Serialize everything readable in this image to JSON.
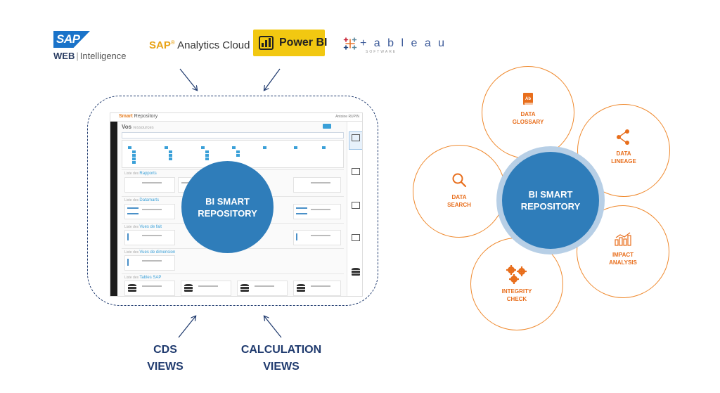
{
  "logos": {
    "sap_webi": {
      "badge": "SAP",
      "brand": "WEB",
      "product": "Intelligence"
    },
    "sap_analytics_cloud": {
      "brand": "SAP",
      "product": "Analytics Cloud"
    },
    "power_bi": {
      "label": "Power BI",
      "icon": "power-bi-chart-icon"
    },
    "tableau": {
      "label": "+ a b l e a u",
      "sub": "SOFTWARE",
      "icon": "tableau-cross-icon"
    }
  },
  "left": {
    "center": {
      "line1": "BI SMART",
      "line2": "REPOSITORY"
    },
    "mock": {
      "brand": "Smart",
      "brand2": "Repository",
      "user": "Antoine RUPIN",
      "heading": "Vos",
      "heading2": "ressources",
      "sections": [
        {
          "count": "Liste des",
          "label": "Rapports"
        },
        {
          "count": "Liste des",
          "label": "Datamarts"
        },
        {
          "count": "Liste des",
          "label": "Vues de fait"
        },
        {
          "count": "Liste des",
          "label": "Vues de dimension"
        },
        {
          "count": "Liste des",
          "label": "Tables SAP"
        }
      ],
      "rail": [
        "Rapports",
        "Datamarts",
        "Vues de fait",
        "Vues de dimension",
        "Tables SAP"
      ]
    },
    "bottom_labels": [
      {
        "line1": "CDS",
        "line2": "VIEWS"
      },
      {
        "line1": "CALCULATION",
        "line2": "VIEWS"
      }
    ]
  },
  "right": {
    "center": {
      "line1": "BI SMART",
      "line2": "REPOSITORY"
    },
    "petals": [
      {
        "line1": "DATA",
        "line2": "GLOSSARY",
        "icon": "glossary-book-icon"
      },
      {
        "line1": "DATA",
        "line2": "LINEAGE",
        "icon": "lineage-nodes-icon"
      },
      {
        "line1": "DATA",
        "line2": "SEARCH",
        "icon": "magnifier-icon"
      },
      {
        "line1": "IMPACT",
        "line2": "ANALYSIS",
        "icon": "bar-chart-icon"
      },
      {
        "line1": "INTEGRITY",
        "line2": "CHECK",
        "icon": "gears-icon"
      }
    ],
    "accent_color": "#ef8a2f",
    "center_color": "#2f7dba",
    "halo_color": "#b7cfe6"
  }
}
